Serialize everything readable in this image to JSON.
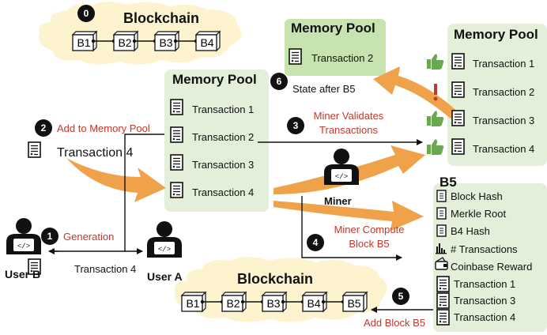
{
  "top_chain": {
    "title": "Blockchain",
    "step": "0",
    "blocks": [
      "B1",
      "B2",
      "B3",
      "B4"
    ]
  },
  "pool_new": {
    "title": "Memory Pool",
    "tx": "Transaction 2",
    "step": "6",
    "note": "State after B5"
  },
  "pool_main": {
    "title": "Memory Pool",
    "txs": [
      "Transaction 1",
      "Transaction 2",
      "Transaction 3",
      "Transaction 4"
    ]
  },
  "pool_validated": {
    "title": "Memory Pool",
    "txs": [
      "Transaction 1",
      "Transaction 2",
      "Transaction 3",
      "Transaction 4"
    ],
    "status_icons": [
      "thumbs-up-icon",
      "exclamation-icon",
      "thumbs-up-icon",
      "thumbs-up-icon"
    ]
  },
  "step1": {
    "num": "1",
    "label": "Generation"
  },
  "step2": {
    "num": "2",
    "label": "Add to Memory Pool",
    "tx": "Transaction 4"
  },
  "step3": {
    "num": "3",
    "line1": "Miner Validates",
    "line2": "Transactions"
  },
  "step4": {
    "num": "4",
    "line1": "Miner Compute",
    "line2": "Block B5"
  },
  "step5": {
    "num": "5",
    "label": "Add Block B5"
  },
  "user_b": {
    "label": "User B"
  },
  "user_a": {
    "label": "User A"
  },
  "transfer_tx": "Transaction 4",
  "miner": {
    "label": "Miner"
  },
  "block5": {
    "title": "B5",
    "header": [
      "Block Hash",
      "Merkle Root",
      "B4 Hash",
      "# Transactions",
      "Coinbase Reward"
    ],
    "txs": [
      "Transaction 1",
      "Transaction 3",
      "Transaction 4"
    ]
  },
  "bottom_chain": {
    "title": "Blockchain",
    "blocks": [
      "B1",
      "B2",
      "B3",
      "B4",
      "B5"
    ]
  },
  "colors": {
    "cloud_fill": "#fdf4cf",
    "pool_fill": "#e3efd8",
    "pool_new_fill": "#c6e3b0",
    "arrow_orange": "#f0a24a",
    "accent_red": "#c0392b",
    "thumb_green": "#6aa84f",
    "ink": "#111111"
  }
}
